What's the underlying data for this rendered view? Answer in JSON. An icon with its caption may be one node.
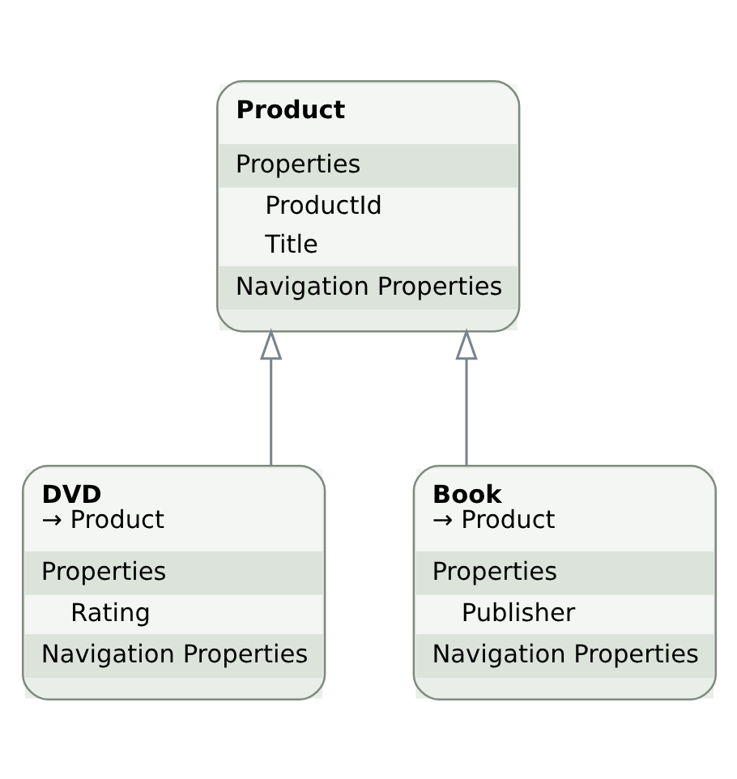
{
  "diagram": {
    "nodes": [
      {
        "text": [
          "Product",
          "Properties",
          "ProductId",
          "Title",
          "Navigation Properties"
        ]
      },
      {
        "text": [
          "DVD",
          "→ Product",
          "Properties",
          "Rating",
          "Navigation Properties"
        ]
      },
      {
        "text": [
          "Book",
          "→ Product",
          "Properties",
          "Publisher",
          "Navigation Properties"
        ]
      }
    ],
    "edges": [
      {
        "from": 1,
        "to": 0,
        "arrow": "to"
      },
      {
        "from": 2,
        "to": 0,
        "arrow": "to"
      }
    ]
  }
}
